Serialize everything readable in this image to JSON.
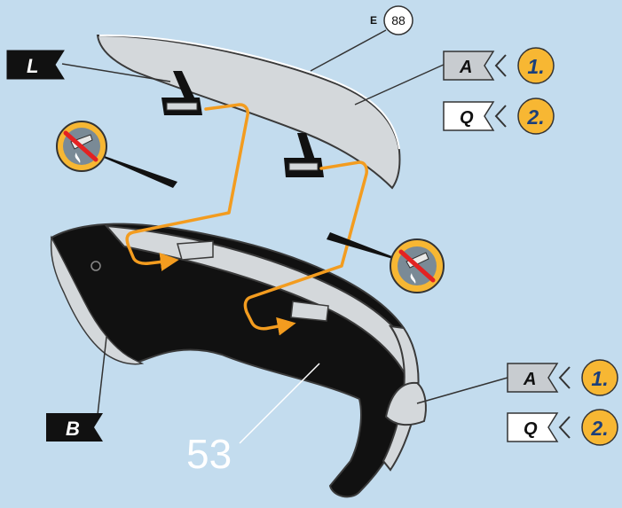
{
  "colors": {
    "background": "#c3dcee",
    "part_grey": "#d4d8db",
    "part_outline": "#3a3a3a",
    "arrow_orange": "#f39c1f",
    "badge_yellow": "#f7b733",
    "flag_black": "#111111",
    "flag_white": "#ffffff",
    "no_glue_red": "#e32222"
  },
  "part_ref": {
    "prefix": "E",
    "number": "88"
  },
  "part_number": "53",
  "labels": {
    "wing_mount_flag": "L",
    "base_flag": "B",
    "top_paint_flag": "A",
    "top_paint_step": "1.",
    "top_glue_flag": "Q",
    "top_glue_step": "2.",
    "bottom_paint_flag": "A",
    "bottom_paint_step": "1.",
    "bottom_glue_flag": "Q",
    "bottom_glue_step": "2."
  },
  "icons": [
    "no-glue-icon",
    "no-glue-icon"
  ]
}
